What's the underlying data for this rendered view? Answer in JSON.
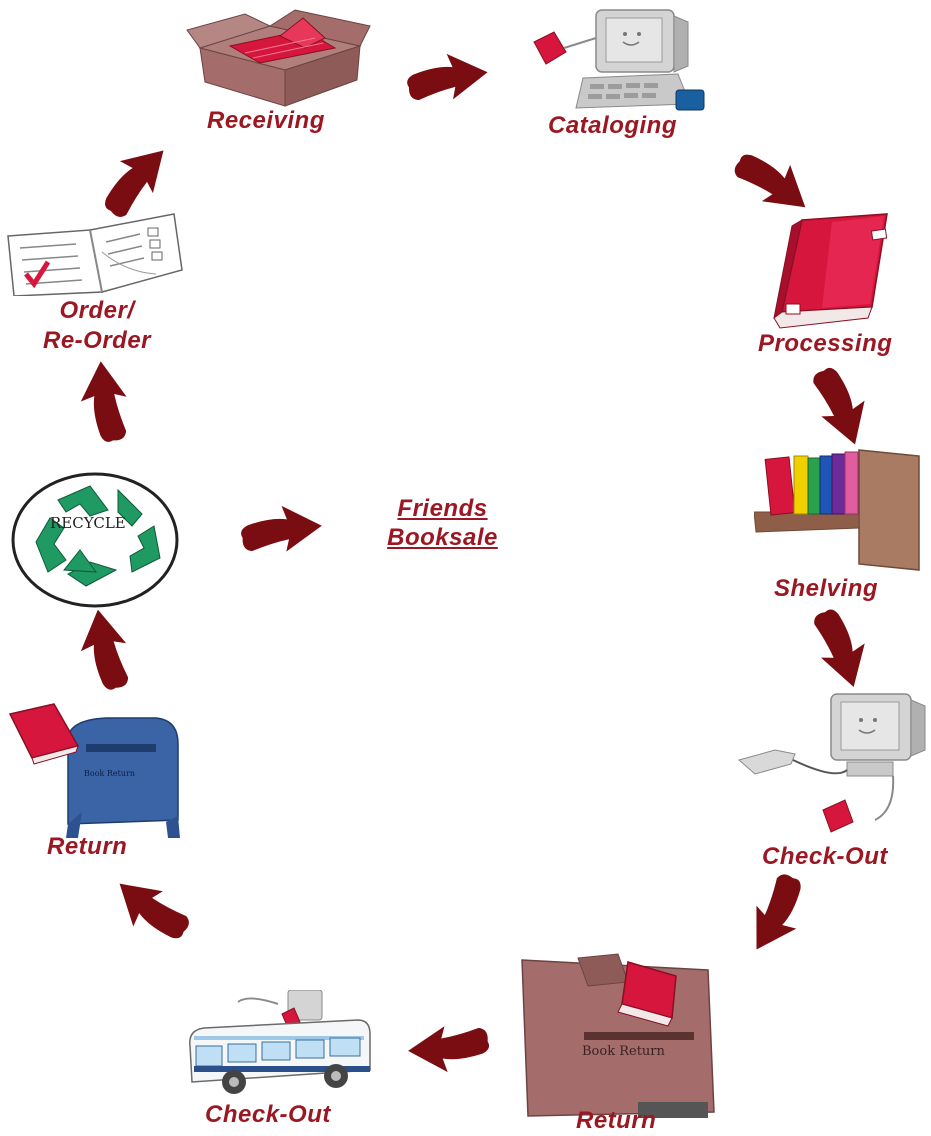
{
  "colors": {
    "label": "#9b1722",
    "arrow": "#7a0d12",
    "book_red": "#d6163c",
    "box_mauve": "#a46c6a",
    "mailbox_blue": "#3a64a6",
    "recycle_green": "#1f9a62",
    "computer_gray": "#c9c9c9",
    "shelf_brown": "#a97b62"
  },
  "stages": {
    "receiving": {
      "label": "Receiving",
      "icon": "open-box-icon"
    },
    "cataloging": {
      "label": "Cataloging",
      "icon": "computer-icon"
    },
    "processing": {
      "label": "Processing",
      "icon": "book-icon"
    },
    "shelving": {
      "label": "Shelving",
      "icon": "bookshelf-icon"
    },
    "checkout_right": {
      "label": "Check-Out",
      "icon": "computer-scanner-icon"
    },
    "return_bottom": {
      "label": "Return",
      "icon": "book-return-bin-icon",
      "bin_text": "Book Return"
    },
    "checkout_bottom": {
      "label": "Check-Out",
      "icon": "bookmobile-bus-icon"
    },
    "return_left": {
      "label": "Return",
      "icon": "mailbox-icon",
      "mailbox_text": "Book Return"
    },
    "recycle": {
      "icon": "recycle-icon",
      "text": "RECYCLE"
    },
    "order": {
      "label_line1": "Order/",
      "label_line2": "Re-Order",
      "icon": "order-form-icon"
    },
    "friends": {
      "line1": "Friends",
      "line2": "Booksale"
    }
  }
}
